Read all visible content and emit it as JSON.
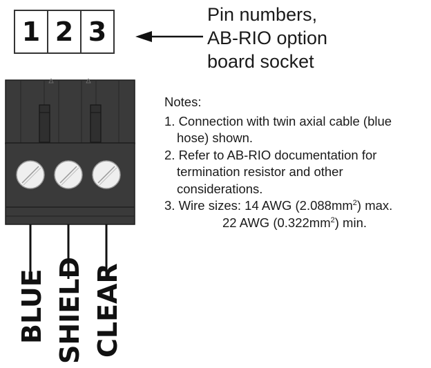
{
  "pins": [
    "1",
    "2",
    "3"
  ],
  "socket_label": {
    "line1": "Pin numbers,",
    "line2": "AB-RIO option",
    "line3": "board socket"
  },
  "notes": {
    "title": "Notes:",
    "n1_line1": "1.  Connection with twin axial cable (blue",
    "n1_line2": "hose) shown.",
    "n2_line1": "2.  Refer to AB-RIO documentation for",
    "n2_line2": "termination resistor and other",
    "n2_line3": "considerations.",
    "n3_prefix": "3.  Wire sizes: 14 AWG (2.088mm",
    "n3_sup": "2",
    "n3_suffix": ") max.",
    "n3_min_prefix": "22 AWG (0.322mm",
    "n3_min_sup": "2",
    "n3_min_suffix": ") min."
  },
  "wires": {
    "blue": "BLUE",
    "shield": "SHIELD",
    "clear": "CLEAR"
  },
  "colors": {
    "connector_body": "#3a3a3a",
    "connector_dark": "#2b2b2b",
    "screw_face": "#efefef"
  }
}
